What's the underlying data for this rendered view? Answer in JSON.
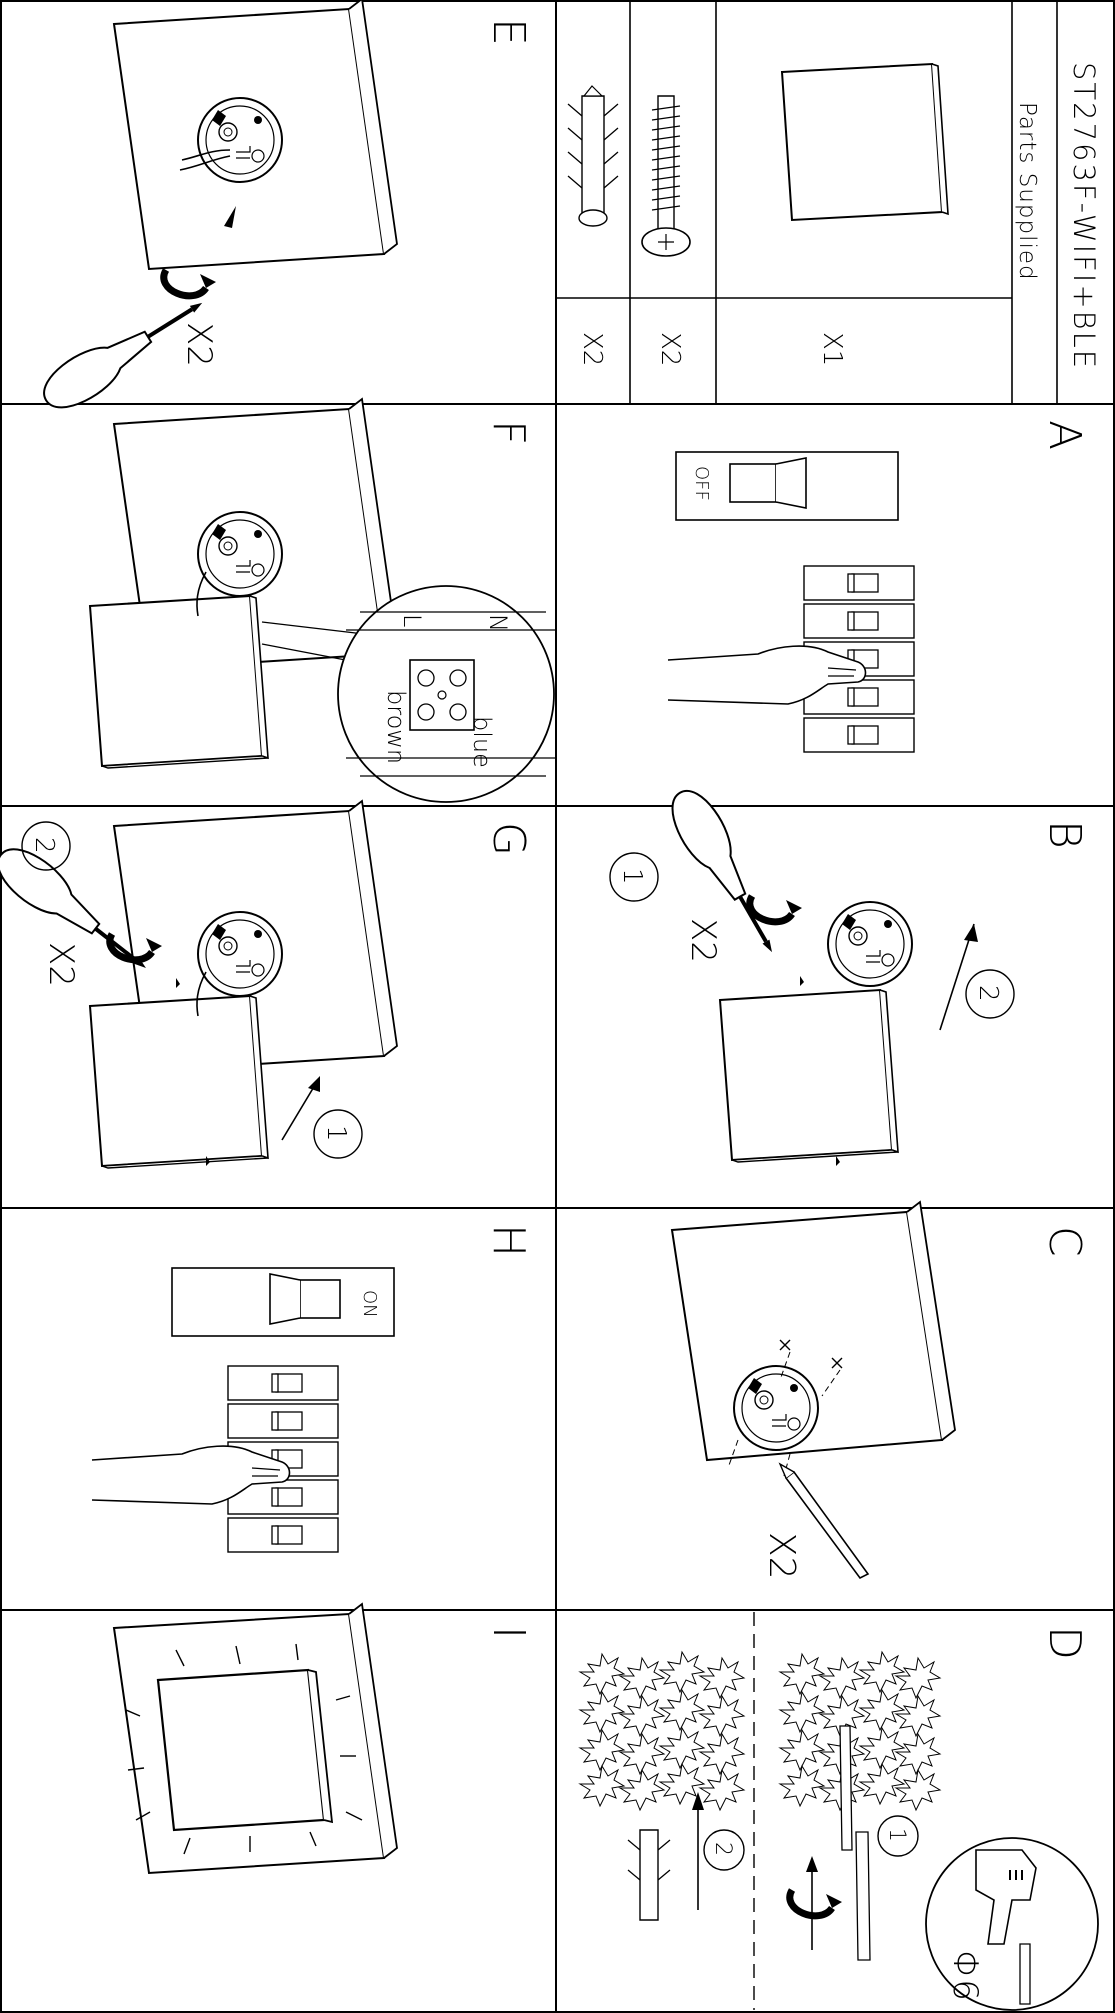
{
  "model": "ST2763F-WIFI+BLE",
  "parts_heading": "Parts Supplied",
  "parts": [
    {
      "name": "ceiling-panel",
      "qty": "X1"
    },
    {
      "name": "screw",
      "qty": "X2"
    },
    {
      "name": "wall-plug",
      "qty": "X2"
    }
  ],
  "steps": {
    "A": {
      "letter": "A",
      "switch_state": "OFF"
    },
    "B": {
      "letter": "B",
      "qty": "X2",
      "sub1": "1",
      "sub2": "2"
    },
    "C": {
      "letter": "C",
      "qty": "X2"
    },
    "D": {
      "letter": "D",
      "drill_size": "Φ6",
      "sub1": "1",
      "sub2": "2"
    },
    "E": {
      "letter": "E",
      "qty": "X2"
    },
    "F": {
      "letter": "F",
      "live": "L",
      "neutral": "N",
      "brown": "brown",
      "blue": "blue"
    },
    "G": {
      "letter": "G",
      "qty": "X2",
      "sub1": "1",
      "sub2": "2"
    },
    "H": {
      "letter": "H",
      "switch_state": "ON"
    },
    "I": {
      "letter": "I"
    }
  }
}
